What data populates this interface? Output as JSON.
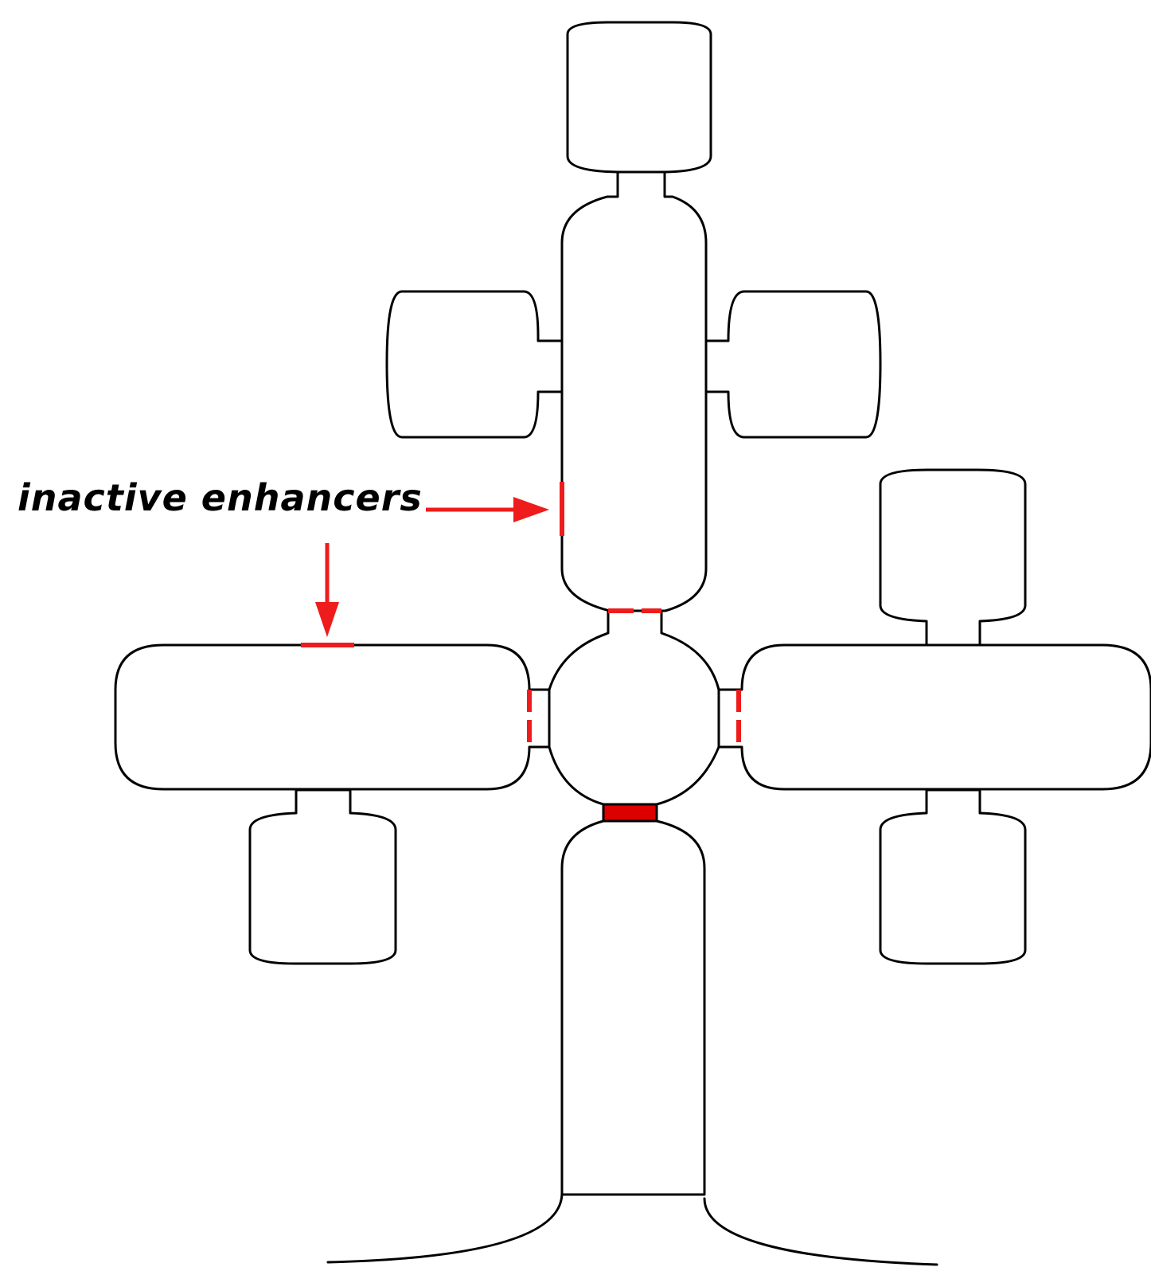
{
  "annotation": {
    "label": "inactive enhancers"
  },
  "colors": {
    "outline": "#000000",
    "enhancer": "#ee1c1c",
    "active_segment": "#dd0000",
    "background": "#ffffff"
  },
  "diagram": {
    "description_elements": [
      "chromatin-loop-top",
      "chromatin-loop-left",
      "chromatin-loop-right",
      "central-hub",
      "chromatin-stem"
    ]
  }
}
